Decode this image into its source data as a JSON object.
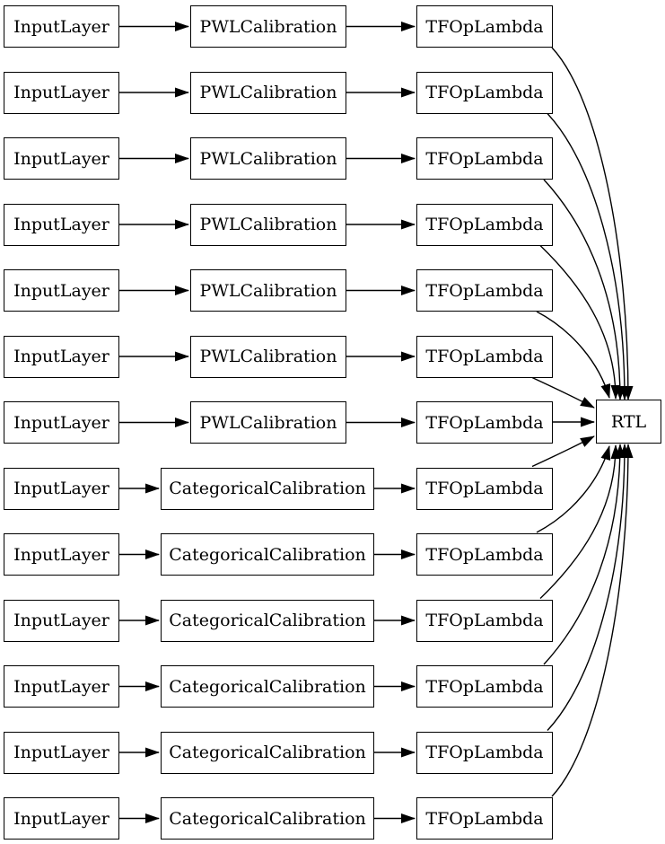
{
  "diagram": {
    "title": "model-graph",
    "background": "#ffffff",
    "node_fill": "#ffffff",
    "node_border_color": "#000000",
    "edge_color": "#000000",
    "output_node": {
      "label": "RTL"
    },
    "rows": [
      {
        "input": "InputLayer",
        "calibration": "PWLCalibration",
        "calibration_type": "pwl",
        "lambda": "TFOpLambda"
      },
      {
        "input": "InputLayer",
        "calibration": "PWLCalibration",
        "calibration_type": "pwl",
        "lambda": "TFOpLambda"
      },
      {
        "input": "InputLayer",
        "calibration": "PWLCalibration",
        "calibration_type": "pwl",
        "lambda": "TFOpLambda"
      },
      {
        "input": "InputLayer",
        "calibration": "PWLCalibration",
        "calibration_type": "pwl",
        "lambda": "TFOpLambda"
      },
      {
        "input": "InputLayer",
        "calibration": "PWLCalibration",
        "calibration_type": "pwl",
        "lambda": "TFOpLambda"
      },
      {
        "input": "InputLayer",
        "calibration": "PWLCalibration",
        "calibration_type": "pwl",
        "lambda": "TFOpLambda"
      },
      {
        "input": "InputLayer",
        "calibration": "PWLCalibration",
        "calibration_type": "pwl",
        "lambda": "TFOpLambda"
      },
      {
        "input": "InputLayer",
        "calibration": "CategoricalCalibration",
        "calibration_type": "categorical",
        "lambda": "TFOpLambda"
      },
      {
        "input": "InputLayer",
        "calibration": "CategoricalCalibration",
        "calibration_type": "categorical",
        "lambda": "TFOpLambda"
      },
      {
        "input": "InputLayer",
        "calibration": "CategoricalCalibration",
        "calibration_type": "categorical",
        "lambda": "TFOpLambda"
      },
      {
        "input": "InputLayer",
        "calibration": "CategoricalCalibration",
        "calibration_type": "categorical",
        "lambda": "TFOpLambda"
      },
      {
        "input": "InputLayer",
        "calibration": "CategoricalCalibration",
        "calibration_type": "categorical",
        "lambda": "TFOpLambda"
      },
      {
        "input": "InputLayer",
        "calibration": "CategoricalCalibration",
        "calibration_type": "categorical",
        "lambda": "TFOpLambda"
      }
    ]
  }
}
